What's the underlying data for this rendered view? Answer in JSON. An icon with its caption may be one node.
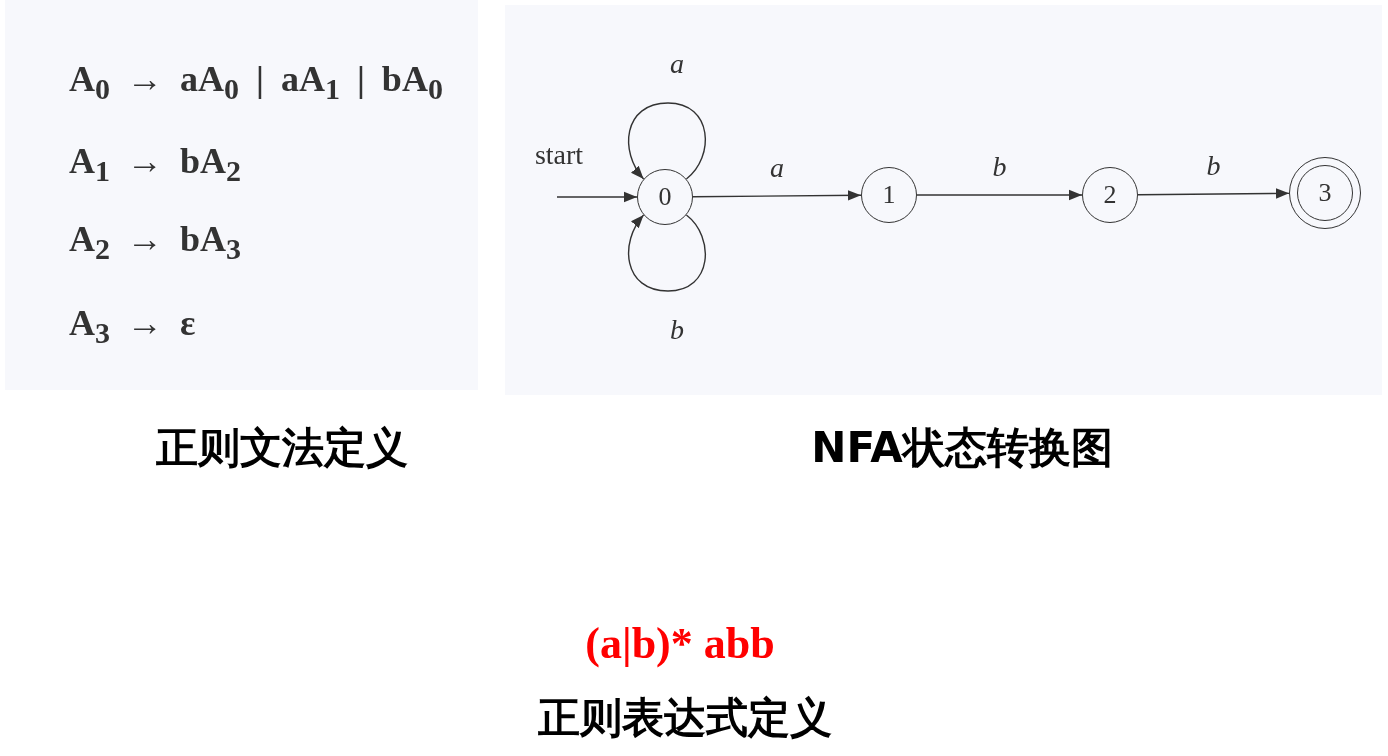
{
  "diagram": {
    "nodes": [
      {
        "text": [
          "A$_{0}$ → aA$_{0}$ | aA$_{1}$ | bA$_{0}$",
          "A$_{1}$ → bA$_{2}$",
          "A$_{2}$ → bA$_{3}$",
          "A$_{3}$ → ε"
        ],
        "beside": [
          "正则文法定义"
        ]
      },
      {
        "text": [],
        "shape": "box",
        "beside": [
          "NFA状态转换图"
        ]
      },
      {
        "text": [
          "0"
        ],
        "in": 1
      },
      {
        "text": [
          "1"
        ],
        "in": 1
      },
      {
        "text": [
          "2"
        ],
        "in": 1
      },
      {
        "text": [
          "3"
        ],
        "in": 1
      }
    ],
    "edges": [
      {
        "from": null,
        "to": 2,
        "arrow": "to",
        "label": "start"
      },
      {
        "from": 2,
        "to": 2,
        "arrow": "to",
        "label": "a"
      },
      {
        "from": 2,
        "to": 2,
        "arrow": "to",
        "label": "b"
      },
      {
        "from": 2,
        "to": 3,
        "arrow": "to",
        "label": "a"
      },
      {
        "from": 3,
        "to": 4,
        "arrow": "to",
        "label": "b"
      },
      {
        "from": 4,
        "to": 5,
        "arrow": "to",
        "label": "b"
      }
    ],
    "labels": [
      "(a|b)* abb",
      "正则表达式定义"
    ]
  }
}
